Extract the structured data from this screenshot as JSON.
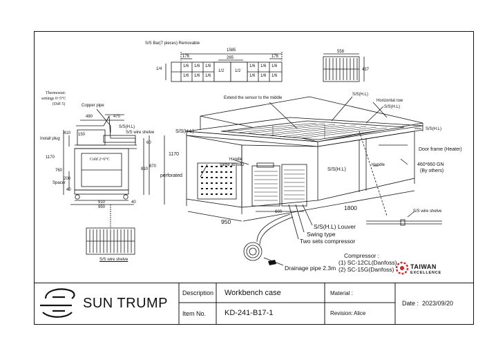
{
  "drawing": {
    "top_labels": {
      "ss_bar": "S/S Bar(7 pieces) Removable",
      "dim_1585": "1585",
      "dim_176a": "176",
      "dim_265": "265",
      "dim_176b": "176",
      "dim_558": "558",
      "dim_437": "437",
      "pan_left": "1/6",
      "pan_half": "1/2",
      "pan_small": "1/2",
      "pan_1_4": "1/4"
    },
    "left_labels": {
      "thermostat": "Thermostat:",
      "settings": "settings 0~5°C",
      "diff": "(Diff 5)",
      "copper_pipe": "Copper pipe",
      "dim_480": "480",
      "dim_470": "470",
      "ss_hl": "S/S(H.L)",
      "ss_wire_shelve": "S/S wire shelve",
      "install_plug": "Install plug",
      "dim_410": "410",
      "dim_150": "150",
      "dim_60": "60",
      "dim_1170": "1170",
      "cold": "Cold 2~6°C",
      "dim_760": "760",
      "dim_810": "810",
      "dim_870": "870",
      "dim_200": "200",
      "dim_40": "40",
      "spacer": "Spacer",
      "dim_910": "910",
      "dim_950": "950",
      "dim_40b": "40",
      "shelve_caption": "S/S wire shelve"
    },
    "main_labels": {
      "extend_sensor": "Extend the sensor to the middle",
      "ss_hl_top": "S/S(H.L)",
      "horizontal_row": "Horizontal row",
      "ss_hl_right1": "S/S(H.L)",
      "ss_hl_right2": "S/S(H.L)",
      "ss_hl_left": "S/S(H.L)",
      "dim_1170": "1170",
      "handle_same": "Handle",
      "handle_same2": "same as SBJ",
      "perforated": "perforated",
      "door_frame": "Door frame (Heater)",
      "ss_hl_mid": "S/S(H.L)",
      "handle": "Handle",
      "gn": "460*660 GN",
      "by_others": "(By others)",
      "dim_1800": "1800",
      "dim_950": "950",
      "dim_600": "600",
      "ss_hl_louver": "S/S(H.L) Louver",
      "swing_type": "Swing type",
      "two_sets": "Two sets compressor",
      "drainage": "Drainage pipe  2.3m",
      "ss_wire_shelve": "S/S wire shelve",
      "compressor_title": "Compressor :",
      "compressor_1": "(1) SC-12CL(Danfoss)",
      "compressor_2": "(2) SC-15G(Danfoss)"
    },
    "badge": {
      "line1": "TAIWAN",
      "line2": "EXCELLENCE"
    }
  },
  "title_block": {
    "company": "SUN TRUMP",
    "description_label": "Description",
    "description_value": "Workbench case",
    "item_label": "Item No.",
    "item_value": "KD-241-B17-1",
    "material_label": "Material :",
    "material_value": "",
    "revision_label": "Revision:",
    "revision_value": "Alice",
    "date_label": "Date :",
    "date_value": "2023/09/20"
  },
  "colors": {
    "line": "#111111",
    "badge_red": "#d2232a"
  }
}
